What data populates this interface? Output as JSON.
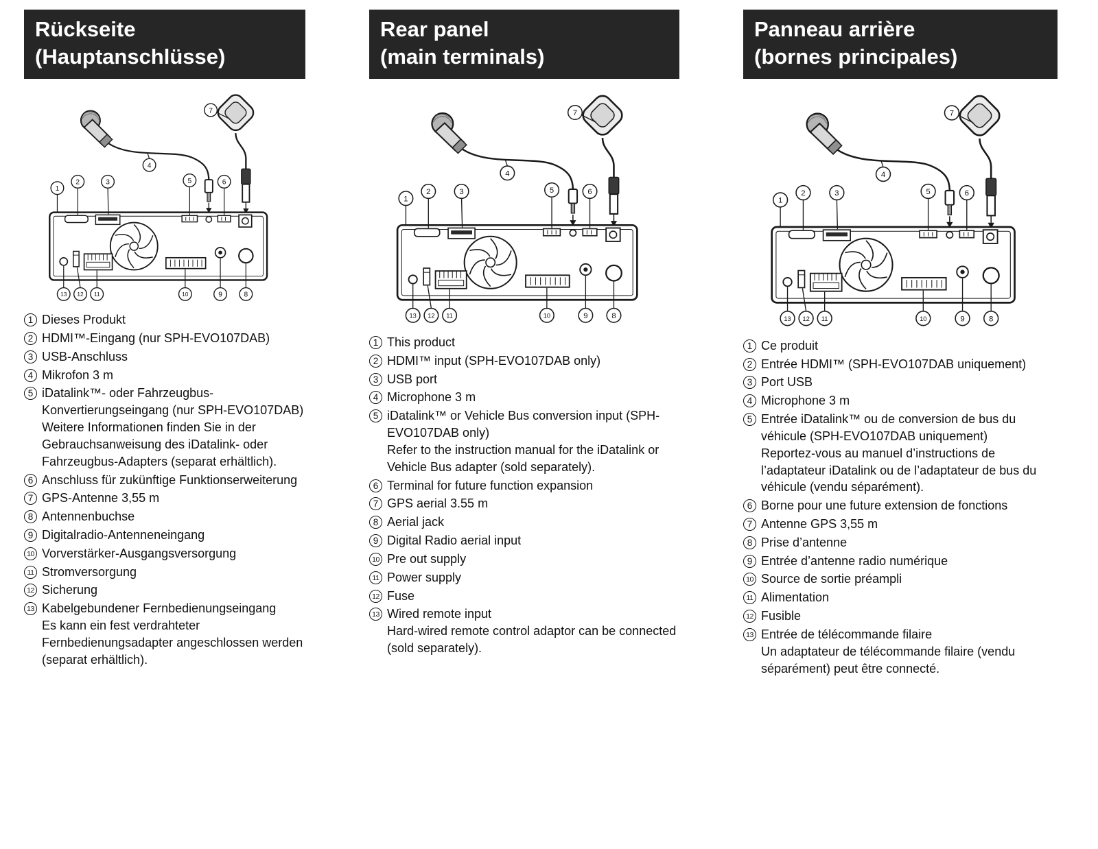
{
  "diagram": {
    "callouts": {
      "c1": "1",
      "c2": "2",
      "c3": "3",
      "c4": "4",
      "c5": "5",
      "c6": "6",
      "c7": "7",
      "c8": "8",
      "c9": "9",
      "c10": "10",
      "c11": "11",
      "c12": "12",
      "c13": "13"
    }
  },
  "columns": [
    {
      "id": "german",
      "title_line1": "Rückseite",
      "title_line2": "(Hauptanschlüsse)",
      "items": [
        {
          "num": "1",
          "text": "Dieses Produkt"
        },
        {
          "num": "2",
          "text": "HDMI™-Eingang (nur SPH-EVO107DAB)"
        },
        {
          "num": "3",
          "text": "USB-Anschluss"
        },
        {
          "num": "4",
          "text": "Mikrofon 3 m"
        },
        {
          "num": "5",
          "text": "iDatalink™- oder Fahrzeugbus-Konvertierungseingang (nur SPH-EVO107DAB)",
          "note": "Weitere Informationen finden Sie in der Gebrauchsanweisung des iDatalink- oder Fahrzeugbus-Adapters (separat erhältlich)."
        },
        {
          "num": "6",
          "text": "Anschluss für zukünftige Funktionserweiterung"
        },
        {
          "num": "7",
          "text": "GPS-Antenne 3,55 m"
        },
        {
          "num": "8",
          "text": "Antennenbuchse"
        },
        {
          "num": "9",
          "text": "Digitalradio-Antenneneingang"
        },
        {
          "num": "10",
          "text": "Vorverstärker-Ausgangsversorgung"
        },
        {
          "num": "11",
          "text": "Stromversorgung"
        },
        {
          "num": "12",
          "text": "Sicherung"
        },
        {
          "num": "13",
          "text": "Kabelgebundener Fernbedienungseingang",
          "note": "Es kann ein fest verdrahteter Fernbedienungsadapter angeschlossen werden (separat erhältlich)."
        }
      ]
    },
    {
      "id": "english",
      "title_line1": "Rear panel",
      "title_line2": "(main terminals)",
      "items": [
        {
          "num": "1",
          "text": "This product"
        },
        {
          "num": "2",
          "text": "HDMI™ input (SPH-EVO107DAB only)"
        },
        {
          "num": "3",
          "text": "USB port"
        },
        {
          "num": "4",
          "text": "Microphone 3 m"
        },
        {
          "num": "5",
          "text": "iDatalink™ or Vehicle Bus conversion input (SPH-EVO107DAB only)",
          "note": "Refer to the instruction manual for the iDatalink or Vehicle Bus adapter (sold separately)."
        },
        {
          "num": "6",
          "text": "Terminal for future function expansion"
        },
        {
          "num": "7",
          "text": "GPS aerial 3.55 m"
        },
        {
          "num": "8",
          "text": "Aerial jack"
        },
        {
          "num": "9",
          "text": "Digital Radio aerial input"
        },
        {
          "num": "10",
          "text": "Pre out supply"
        },
        {
          "num": "11",
          "text": "Power supply"
        },
        {
          "num": "12",
          "text": "Fuse"
        },
        {
          "num": "13",
          "text": "Wired remote input",
          "note": "Hard-wired remote control adaptor can be connected (sold separately)."
        }
      ]
    },
    {
      "id": "french",
      "title_line1": "Panneau arrière",
      "title_line2": "(bornes principales)",
      "items": [
        {
          "num": "1",
          "text": "Ce produit"
        },
        {
          "num": "2",
          "text": "Entrée HDMI™ (SPH-EVO107DAB uniquement)"
        },
        {
          "num": "3",
          "text": "Port USB"
        },
        {
          "num": "4",
          "text": "Microphone 3 m"
        },
        {
          "num": "5",
          "text": "Entrée iDatalink™ ou de conversion de bus du véhicule (SPH-EVO107DAB uniquement)",
          "note": "Reportez-vous au manuel d’instructions de l’adaptateur iDatalink ou de l’adaptateur de bus du véhicule (vendu séparément)."
        },
        {
          "num": "6",
          "text": "Borne pour une future extension de fonctions"
        },
        {
          "num": "7",
          "text": "Antenne GPS 3,55 m"
        },
        {
          "num": "8",
          "text": "Prise d’antenne"
        },
        {
          "num": "9",
          "text": "Entrée d’antenne radio numérique"
        },
        {
          "num": "10",
          "text": "Source de sortie préampli"
        },
        {
          "num": "11",
          "text": "Alimentation"
        },
        {
          "num": "12",
          "text": "Fusible"
        },
        {
          "num": "13",
          "text": "Entrée de télécommande filaire",
          "note": "Un adaptateur de télécommande filaire (vendu séparément) peut être connecté."
        }
      ]
    }
  ]
}
